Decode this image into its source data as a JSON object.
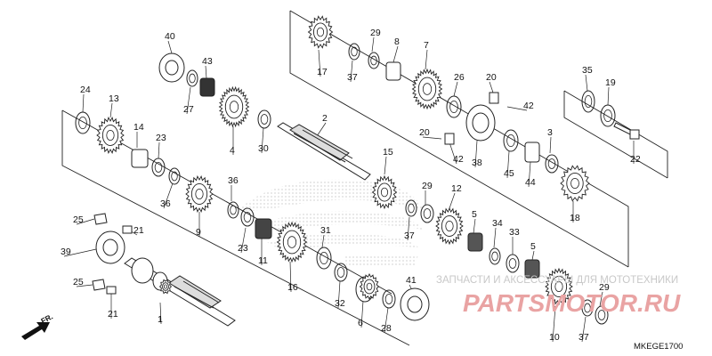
{
  "diagram": {
    "code": "MKEGE1700",
    "direction_label": "FR.",
    "watermark_text": "ЗАПЧАСТИ И АКСЕССУАРЫ ДЛЯ МОТОТЕХНИКИ",
    "watermark_brand": "PARTSMOTOR.RU",
    "background_logo": "HONDA",
    "colors": {
      "line": "#222222",
      "watermark_red": "#e9a3a3",
      "watermark_gray": "#c8c8c8",
      "logo_dots": "#9a9a9a"
    },
    "callouts": [
      {
        "label": "40"
      },
      {
        "label": "43"
      },
      {
        "label": "27"
      },
      {
        "label": "4"
      },
      {
        "label": "30"
      },
      {
        "label": "2"
      },
      {
        "label": "24"
      },
      {
        "label": "13"
      },
      {
        "label": "14"
      },
      {
        "label": "23"
      },
      {
        "label": "36"
      },
      {
        "label": "9"
      },
      {
        "label": "36"
      },
      {
        "label": "23"
      },
      {
        "label": "11"
      },
      {
        "label": "16"
      },
      {
        "label": "31"
      },
      {
        "label": "32"
      },
      {
        "label": "6"
      },
      {
        "label": "28"
      },
      {
        "label": "41"
      },
      {
        "label": "25"
      },
      {
        "label": "21"
      },
      {
        "label": "39"
      },
      {
        "label": "25"
      },
      {
        "label": "21"
      },
      {
        "label": "1"
      },
      {
        "label": "17"
      },
      {
        "label": "29"
      },
      {
        "label": "37"
      },
      {
        "label": "8"
      },
      {
        "label": "7"
      },
      {
        "label": "26"
      },
      {
        "label": "20"
      },
      {
        "label": "42"
      },
      {
        "label": "20"
      },
      {
        "label": "42"
      },
      {
        "label": "38"
      },
      {
        "label": "45"
      },
      {
        "label": "44"
      },
      {
        "label": "3"
      },
      {
        "label": "18"
      },
      {
        "label": "35"
      },
      {
        "label": "19"
      },
      {
        "label": "22"
      },
      {
        "label": "15"
      },
      {
        "label": "29"
      },
      {
        "label": "37"
      },
      {
        "label": "12"
      },
      {
        "label": "5"
      },
      {
        "label": "34"
      },
      {
        "label": "33"
      },
      {
        "label": "5"
      },
      {
        "label": "10"
      },
      {
        "label": "29"
      },
      {
        "label": "37"
      }
    ]
  }
}
